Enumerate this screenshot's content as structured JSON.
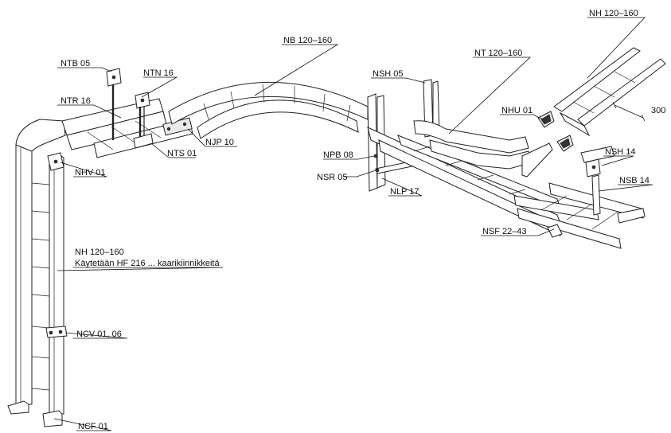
{
  "labels": {
    "ntb05": "NTB 05",
    "ntn16": "NTN 16",
    "ntr16": "NTR 16",
    "nts01": "NTS 01",
    "njp10": "NJP 10",
    "nhv01": "NHV 01",
    "nh_left_line1": "NH 120–160",
    "nh_left_line2": "Käytetään HF 216 ... kaarikiinnikkeitä",
    "ncv": "NCV 01, 06",
    "ncf01": "NCF 01",
    "nb": "NB 120–160",
    "nsh05": "NSH 05",
    "nt": "NT 120–160",
    "nh_top_right": "NH 120–160",
    "nhu01": "NHU 01",
    "dim300": "300",
    "npb08": "NPB 08",
    "nsr05": "NSR 05",
    "nlp17": "NLP 17",
    "nsh14": "NSH 14",
    "nsb14": "NSB 14",
    "nsf": "NSF 22–43"
  }
}
